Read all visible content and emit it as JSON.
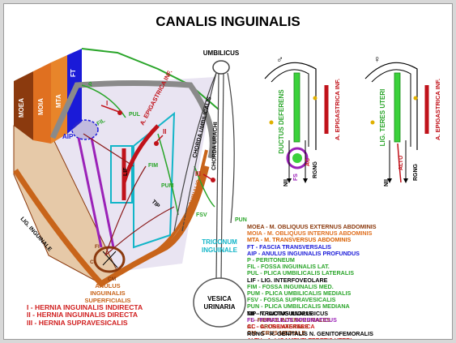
{
  "title": "CANALIS INGUINALIS",
  "colors": {
    "moea": "#8b3a0e",
    "moia": "#e07020",
    "mta": "#d95f00",
    "ft": "#1a1ad8",
    "aip": "#1a1ad8",
    "peritoneum": "#2aa52a",
    "fil": "#2aa52a",
    "lif": "#000000",
    "tip": "#000000",
    "fi": "#8b3a0e",
    "nerve": "#000000",
    "fs": "#9b22b8",
    "ac": "#d01e1e",
    "rgng": "#000000",
    "altu": "#d01e1e",
    "hernia": "#d01e1e",
    "cyan": "#12b5c8",
    "vessel": "#c0121a"
  },
  "main_diagram": {
    "layer_labels": [
      "MOEA",
      "MOIA",
      "MTA",
      "FT",
      "P"
    ],
    "aip": "AIP",
    "fil": "FIL",
    "pul": "PUL",
    "fim": "FIM",
    "pum": "PUM",
    "fsv": "FSV",
    "pun": "PUN",
    "lif": "LIF",
    "tip": "TIP",
    "fi": "FI",
    "cl": "CL",
    "cm": "CM",
    "numerals": [
      "I",
      "II",
      "III"
    ],
    "a_epigastrica": "A. EPIGASTRICA INF.",
    "chorda_umbilicalis": "CHORDA UMBILICALIS",
    "chorda_urachi": "CHORDA URACHI",
    "falx_inguinalis": "FALX INGUINALIS",
    "lig_inguinale": "LIG. INGUINALE",
    "anulus": [
      "ANULUS",
      "INGUINALIS",
      "SUPERFICIALIS"
    ],
    "trigonum": [
      "TRIGONUM",
      "INGUINALE"
    ],
    "umbilicus": "UMBILICUS",
    "vesica": [
      "VESICA",
      "URINARIA"
    ]
  },
  "male_diagram": {
    "symbol": "♂",
    "ductus": "DUCTUS DEFERENS",
    "a_epigastrica": "A. EPIGASTRICA INF.",
    "nii": "NII",
    "fs": "FS",
    "ac": "AC",
    "rgng": "RGNG"
  },
  "female_diagram": {
    "symbol": "♀",
    "lig_teres": "LIG. TERES UTERI",
    "a_epigastrica": "A. EPIGASTRICA INF.",
    "nii": "NII",
    "altu": "ALTU",
    "rgng": "RGNG"
  },
  "legend_main": [
    {
      "text": "MOEA - M. OBLIQUUS EXTERNUS ABDOMINIS",
      "color": "#8b3a0e"
    },
    {
      "text": "MOIA - M. OBLIQUUS INTERNUS ABDOMINIS",
      "color": "#e07020"
    },
    {
      "text": "MTA - M. TRANSVERSUS ABDOMINIS",
      "color": "#d95f00"
    },
    {
      "text": "FT - FASCIA TRANSVERSALIS",
      "color": "#1a1ad8"
    },
    {
      "text": "AIP - ANULUS INGUINALIS PROFUNDUS",
      "color": "#1a1ad8"
    },
    {
      "text": "P - PERITONEUM",
      "color": "#2aa52a"
    },
    {
      "text": "FIL - FOSSA INGUINALIS LAT.",
      "color": "#2aa52a"
    },
    {
      "text": "PUL - PLICA UMBILICALIS LATERALIS",
      "color": "#2aa52a"
    },
    {
      "text": "LIF - LIG. INTERFOVEOLARE",
      "color": "#000000"
    },
    {
      "text": "FIM - FOSSA INGUINALIS MED.",
      "color": "#2aa52a"
    },
    {
      "text": "PUM - PLICA UMBILICALIS MEDIALIS",
      "color": "#2aa52a"
    },
    {
      "text": "FSV - FOSSA SUPRAVESICALIS",
      "color": "#2aa52a"
    },
    {
      "text": "PUN - PLICA UMBILICALIS MEDIANA",
      "color": "#2aa52a"
    },
    {
      "text": "TIP - TRACTUS ILIOPUBICUS",
      "color": "#000000"
    },
    {
      "text": "FI - FIBRAE INTERCRURALES",
      "color": "#8b3a0e"
    },
    {
      "text": "CL - CRUS LATERALE",
      "color": "#8b3a0e"
    },
    {
      "text": "CM - CRUS MEDIALE",
      "color": "#8b3a0e"
    }
  ],
  "legend_nerves": [
    {
      "text": "NII - N. ILIOINGUINALIS",
      "color": "#000000"
    },
    {
      "text": "FS - FUNICULUS SPERMATICUS",
      "color": "#9b22b8"
    },
    {
      "text": "AC - A. CREMASTERICA",
      "color": "#d01e1e"
    },
    {
      "text": "RGNG - R. GENITALIS N. GENITOFEMORALIS",
      "color": "#000000"
    },
    {
      "text": "ALTU - A. LIGAMENTI TERETIS UTERI",
      "color": "#d01e1e"
    }
  ],
  "hernias": [
    "I - HERNIA INGUINALIS INDIRECTA",
    "II - HERNIA INGUINALIS DIRECTA",
    "III - HERNIA SUPRAVESICALIS"
  ]
}
